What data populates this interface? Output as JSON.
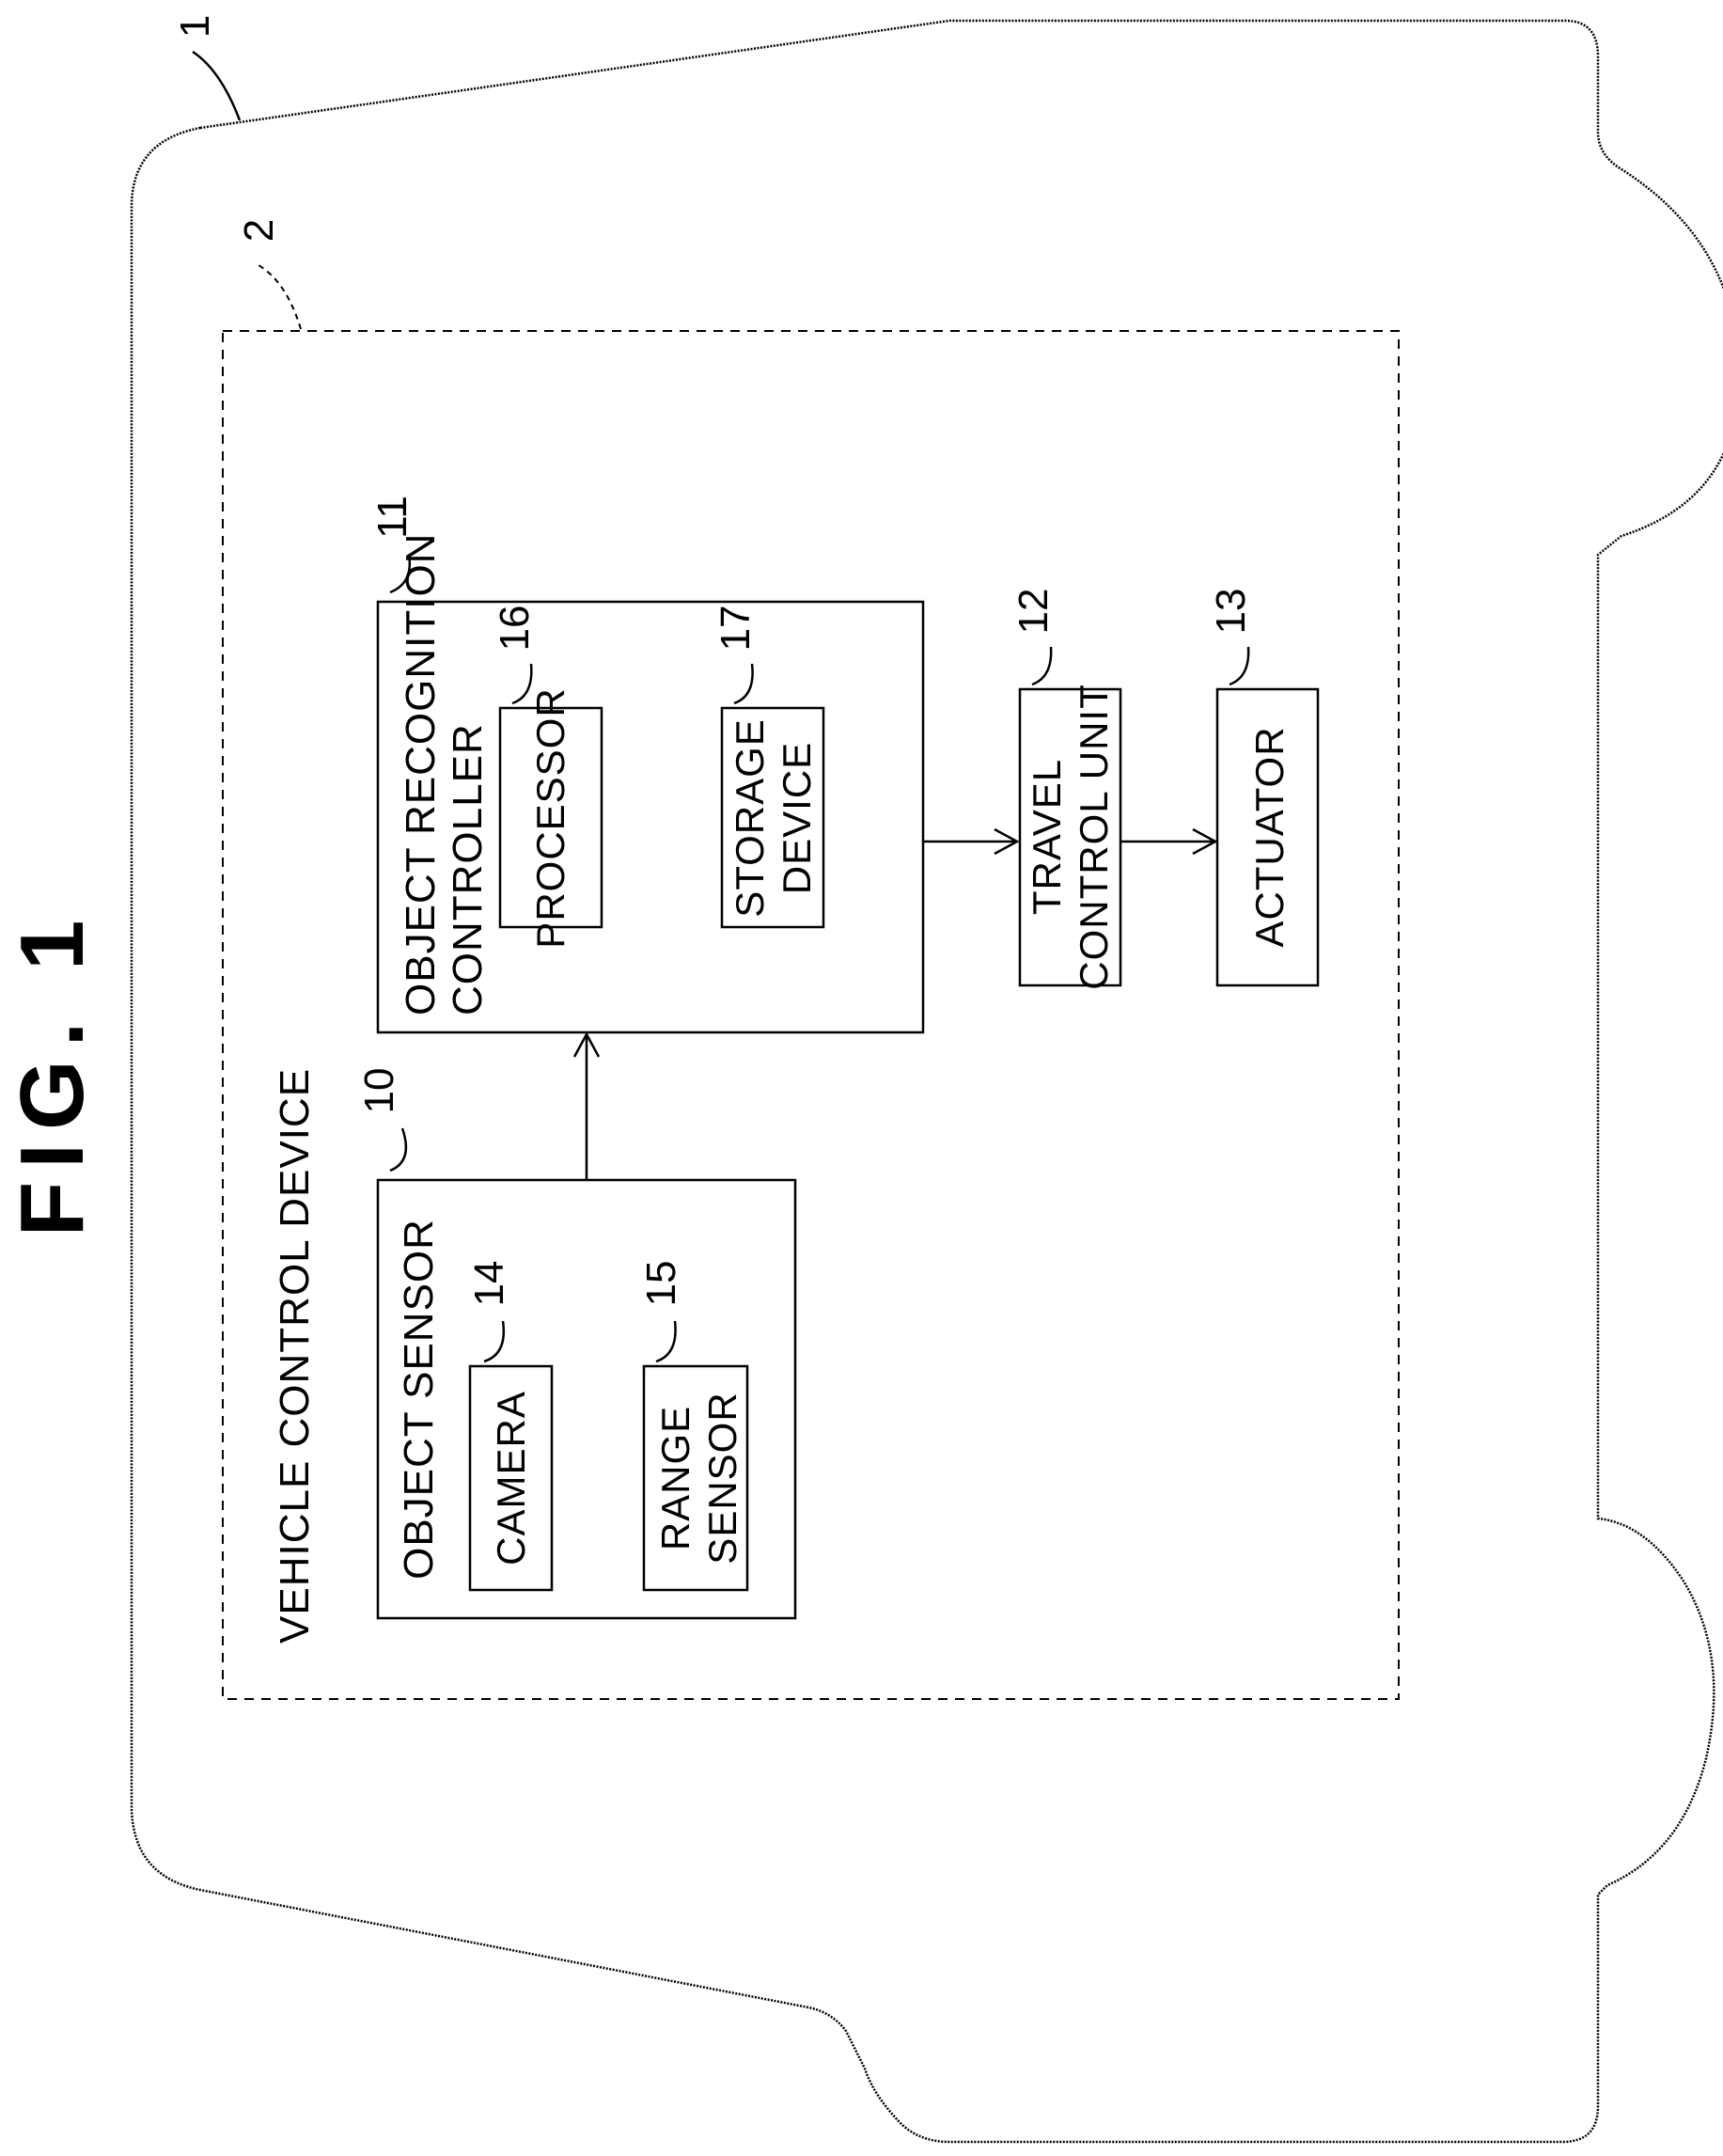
{
  "figure": {
    "title": "FIG. 1",
    "vehicle": {
      "ref": "1"
    },
    "vehicle_control_device": {
      "label": "VEHICLE CONTROL DEVICE",
      "ref": "2"
    },
    "object_sensor": {
      "label": "OBJECT SENSOR",
      "ref": "10"
    },
    "camera": {
      "label": "CAMERA",
      "ref": "14"
    },
    "range_sensor": {
      "label_line1": "RANGE",
      "label_line2": "SENSOR",
      "ref": "15"
    },
    "object_recognition_controller": {
      "label_line1": "OBJECT RECOGNITION",
      "label_line2": "CONTROLLER",
      "ref": "11"
    },
    "processor": {
      "label": "PROCESSOR",
      "ref": "16"
    },
    "storage_device": {
      "label_line1": "STORAGE",
      "label_line2": "DEVICE",
      "ref": "17"
    },
    "travel_control_unit": {
      "label_line1": "TRAVEL",
      "label_line2": "CONTROL UNIT",
      "ref": "12"
    },
    "actuator": {
      "label": "ACTUATOR",
      "ref": "13"
    }
  }
}
